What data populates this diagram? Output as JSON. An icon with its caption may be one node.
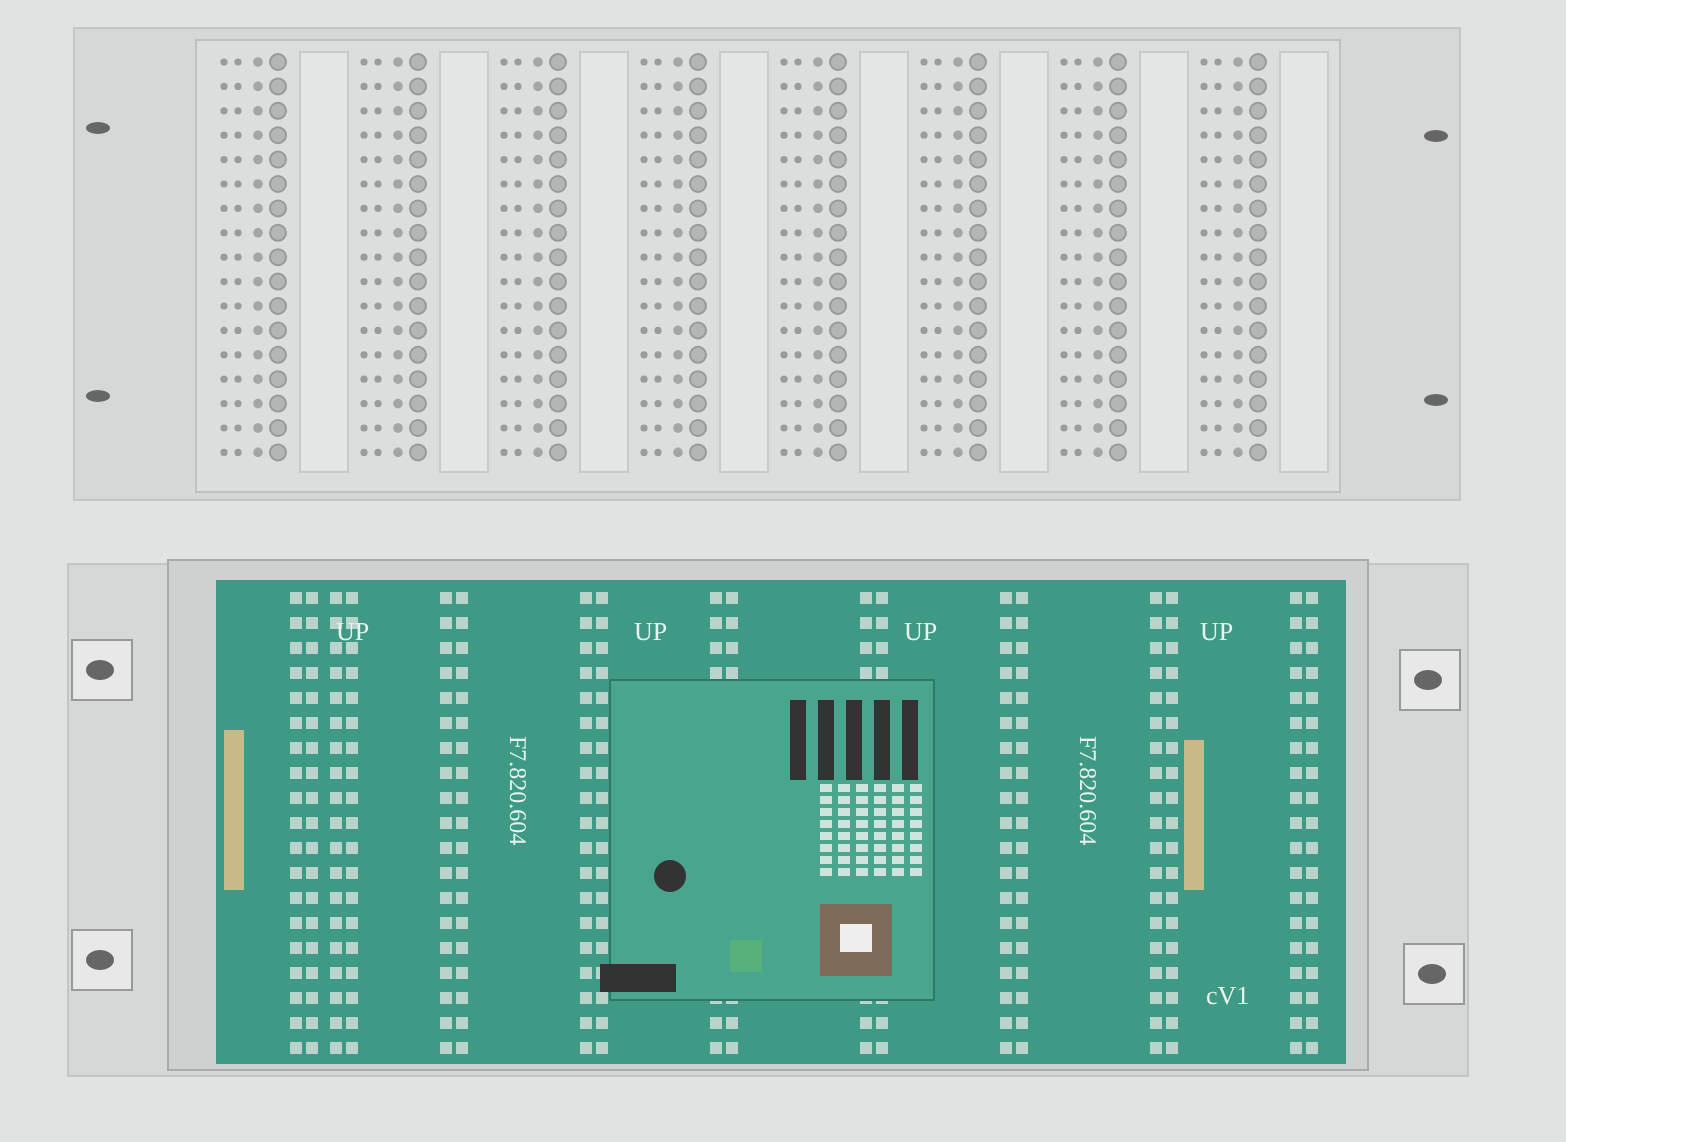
{
  "diagram": {
    "labels": [
      "UP",
      "UP",
      "UP",
      "UP",
      "F7.820.604",
      "F7.820.604",
      "cV1"
    ]
  }
}
